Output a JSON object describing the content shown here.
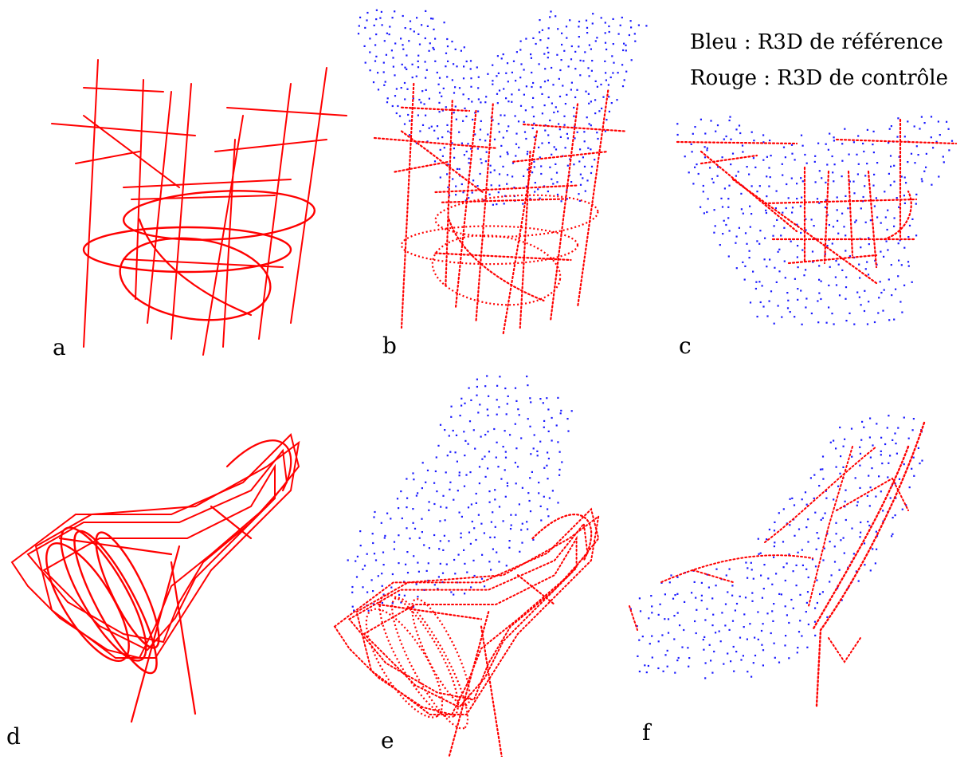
{
  "legend": {
    "blue": "Bleu : R3D de référence",
    "red": "Rouge : R3D de contrôle"
  },
  "panels": [
    {
      "id": "a",
      "label": "a"
    },
    {
      "id": "b",
      "label": "b"
    },
    {
      "id": "c",
      "label": "c"
    },
    {
      "id": "d",
      "label": "d"
    },
    {
      "id": "e",
      "label": "e"
    },
    {
      "id": "f",
      "label": "f"
    }
  ],
  "colors": {
    "reference_points": "#1a1aff",
    "control_wireframe": "#ff0000"
  }
}
